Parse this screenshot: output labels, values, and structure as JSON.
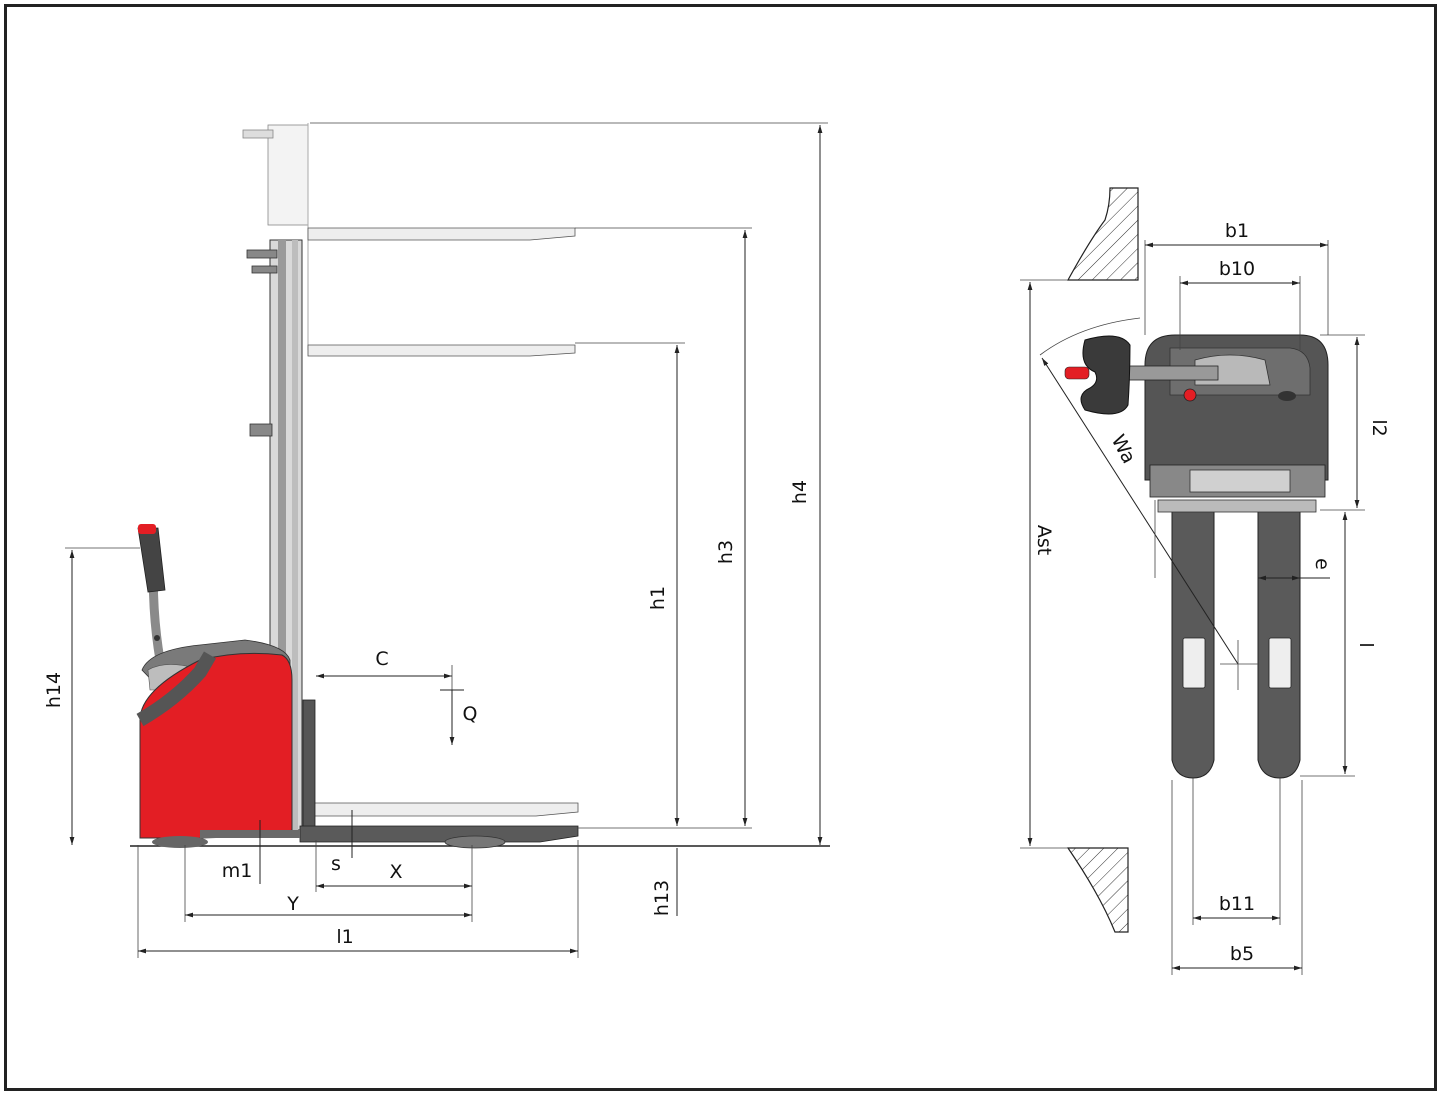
{
  "side_view": {
    "labels": {
      "h4": "h4",
      "h3": "h3",
      "h1": "h1",
      "h14": "h14",
      "h13": "h13",
      "c": "C",
      "q": "Q",
      "m1": "m1",
      "s": "s",
      "x": "X",
      "y": "Y",
      "l1": "l1"
    }
  },
  "top_view": {
    "labels": {
      "b1": "b1",
      "b10": "b10",
      "l2": "l2",
      "wa": "Wa",
      "ast": "Ast",
      "e": "e",
      "l": "l",
      "b11": "b11",
      "b5": "b5"
    }
  },
  "colors": {
    "body_red": "#e31e24",
    "dark_grey": "#4a4a4a",
    "mast_grey": "#cfcfcf",
    "line": "#222222"
  }
}
